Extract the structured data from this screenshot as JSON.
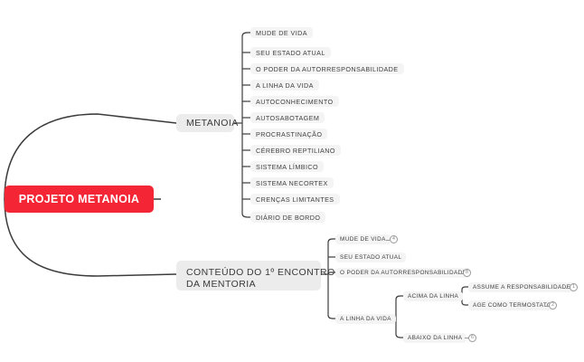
{
  "diagram": {
    "type": "mind-map",
    "title": "PROJETO METANOIA",
    "colors": {
      "root_bg": "#f42534",
      "root_text": "#ffffff",
      "branch_bg": "#ececec",
      "leaf_bg": "#f4f4f4",
      "edge": "#3c3c3c",
      "badge_border": "#9a9a9a",
      "canvas_bg": "#ffffff"
    },
    "root": {
      "label": "PROJETO METANOIA"
    },
    "branches": [
      {
        "id": "metanoia",
        "label": "METANOIA",
        "children": [
          {
            "label": "MUDE DE VIDA"
          },
          {
            "label": "SEU ESTADO ATUAL"
          },
          {
            "label": "O PODER DA AUTORRESPONSABILIDADE"
          },
          {
            "label": "A LINHA DA VIDA"
          },
          {
            "label": "AUTOCONHECIMENTO"
          },
          {
            "label": "AUTOSABOTAGEM"
          },
          {
            "label": "PROCRASTINAÇÃO"
          },
          {
            "label": "CÉREBRO REPTILIANO"
          },
          {
            "label": "SISTEMA LÍMBICO"
          },
          {
            "label": "SISTEMA NECORTEX"
          },
          {
            "label": "CRENÇAS LIMITANTES"
          },
          {
            "label": "DIÁRIO DE BORDO"
          }
        ]
      },
      {
        "id": "conteudo",
        "label_line1": "CONTEÚDO DO 1º ENCONTRO",
        "label_line2": "DA MENTORIA",
        "children": [
          {
            "label": "MUDE DE VIDA",
            "badge": "4"
          },
          {
            "label": "SEU ESTADO ATUAL",
            "badge": ""
          },
          {
            "label": "O PODER DA AUTORRESPONSABILIDADE",
            "badge": "8"
          },
          {
            "label": "A LINHA DA VIDA",
            "badge": "",
            "children": [
              {
                "label": "ACIMA DA LINHA",
                "badge": "",
                "children": [
                  {
                    "label": "ASSUME A RESPONSABILIDADE",
                    "badge": "1"
                  },
                  {
                    "label": "AGE COMO TERMOSTATO",
                    "badge": "2"
                  }
                ]
              },
              {
                "label": "ABAIXO DA LINHA",
                "badge": "6"
              }
            ]
          }
        ]
      }
    ]
  }
}
